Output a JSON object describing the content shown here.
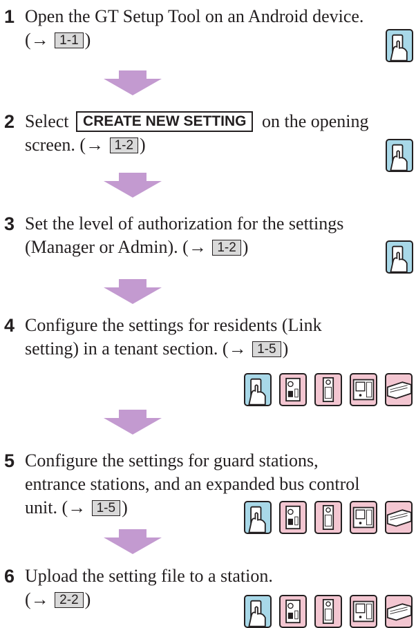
{
  "steps": [
    {
      "number": "1",
      "line1": "Open the GT Setup Tool on an Android device.",
      "line2_pre": "(→",
      "ref": "1-1",
      "line2_post": ")"
    },
    {
      "number": "2",
      "line1_pre": "Select",
      "key": "CREATE NEW SETTING",
      "line1_post": "on the opening",
      "line2_pre": "screen. (→",
      "ref": "1-2",
      "line2_post": ")"
    },
    {
      "number": "3",
      "line1": "Set the level of authorization for the settings",
      "line2_pre": "(Manager or Admin). (→",
      "ref": "1-2",
      "line2_post": ")"
    },
    {
      "number": "4",
      "line1": "Configure the settings for residents (Link",
      "line2_pre": "setting) in a tenant section. (→",
      "ref": "1-5",
      "line2_post": ")"
    },
    {
      "number": "5",
      "line1": "Configure the settings for guard stations,",
      "line2": "entrance stations, and an expanded bus control",
      "line3_pre": "unit. (→",
      "ref": "1-5",
      "line3_post": ")"
    },
    {
      "number": "6",
      "line1": "Upload the setting file to a station.",
      "line2_pre": "(→",
      "ref": "2-2",
      "line2_post": ")"
    }
  ],
  "icons": {
    "android": "android-device-icon",
    "station": "entrance-station-icon",
    "panel": "door-station-icon",
    "guard": "guard-station-icon",
    "unit": "bus-control-unit-icon"
  },
  "colors": {
    "arrow": "#c39ad0",
    "icon_blue": "#a8d8e8",
    "icon_pink": "#f3c6d1",
    "ref_fill": "#d9d9d9",
    "text": "#231f20"
  }
}
